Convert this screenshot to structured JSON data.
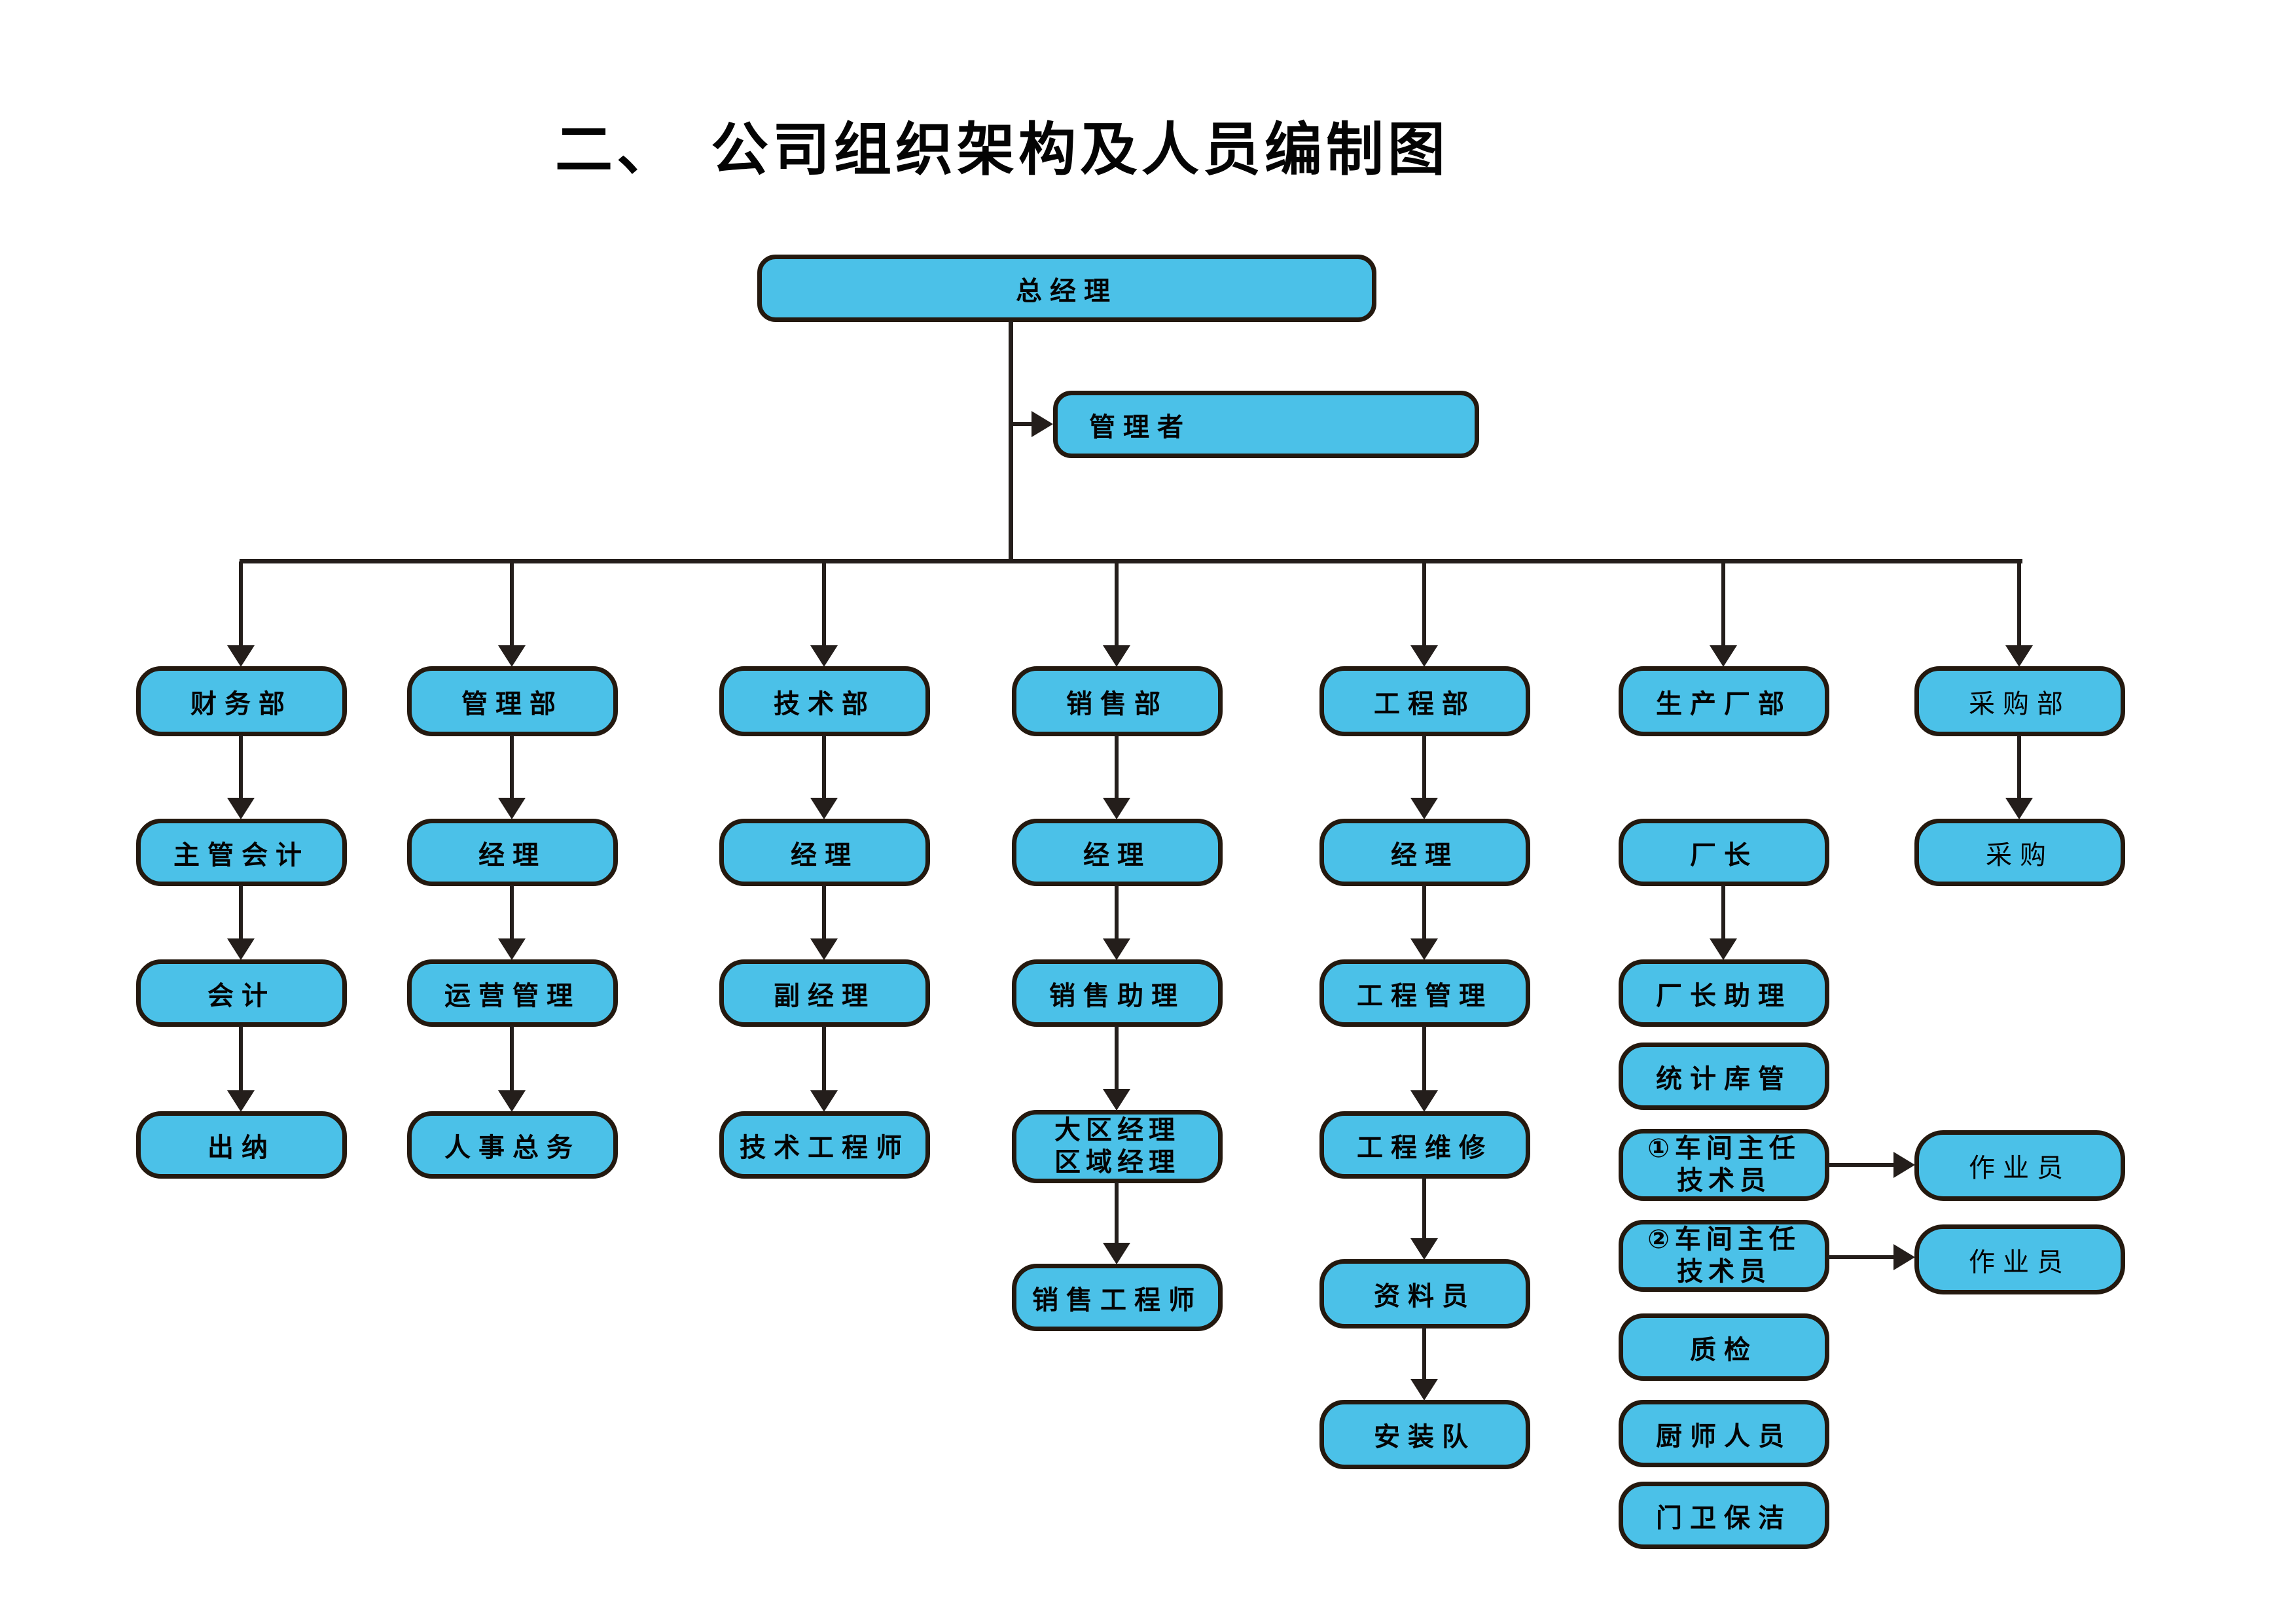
{
  "title": "二、　公司组织架构及人员编制图",
  "colors": {
    "node_fill": "#4BC1E8",
    "node_border": "#24190F",
    "line": "#241E1B",
    "background": "#FFFFFF"
  },
  "top": {
    "general_manager": "总经理",
    "manager": "管理者"
  },
  "columns": [
    {
      "department": "财务部",
      "chain": [
        "主管会计",
        "会计",
        "出纳"
      ]
    },
    {
      "department": "管理部",
      "chain": [
        "经理",
        "运营管理",
        "人事总务"
      ]
    },
    {
      "department": "技术部",
      "chain": [
        "经理",
        "副经理",
        "技术工程师"
      ]
    },
    {
      "department": "销售部",
      "chain": [
        "经理",
        "销售助理",
        "大区经理\n区域经理",
        "销售工程师"
      ]
    },
    {
      "department": "工程部",
      "chain": [
        "经理",
        "工程管理",
        "工程维修",
        "资料员",
        "安装队"
      ]
    },
    {
      "department": "生产厂部",
      "chain": [
        "厂长",
        "厂长助理",
        "统计库管",
        "①车间主任\n技术员",
        "②车间主任\n技术员",
        "质检",
        "厨师人员",
        "门卫保洁"
      ],
      "workers": [
        "作业员",
        "作业员"
      ]
    },
    {
      "department": "采购部",
      "chain": [
        "采购"
      ]
    }
  ]
}
